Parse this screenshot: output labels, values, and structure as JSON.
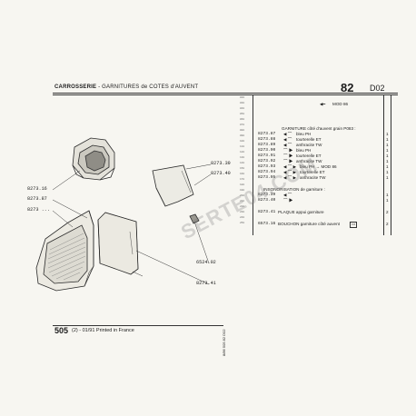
{
  "header": {
    "title": "CARROSSERIE",
    "subtitle": "- GARNITURES de COTES  d'AUVENT",
    "page_number": "82",
    "section": "D02"
  },
  "model_tag": "MOD 86",
  "parts": [
    {
      "ref": "",
      "desc": "GARNITURE côté d'auvent grain P083 :",
      "qty": ""
    },
    {
      "ref": "8273.87",
      "desc": "bleu PH",
      "qty": "1"
    },
    {
      "ref": "8273.88",
      "desc": "tourterelle ET",
      "qty": "1"
    },
    {
      "ref": "8273.89",
      "desc": "anthracite TW",
      "qty": "1"
    },
    {
      "ref": "8273.90",
      "desc": "bleu PH",
      "qty": "1"
    },
    {
      "ref": "8273.91",
      "desc": "tourterelle ET",
      "qty": "1"
    },
    {
      "ref": "8273.92",
      "desc": "anthracite TW",
      "qty": "1"
    },
    {
      "ref": "8273.93",
      "desc": "bleu PH → MOD 86",
      "qty": "1"
    },
    {
      "ref": "8273.94",
      "desc": "tourterelle ET",
      "qty": "1"
    },
    {
      "ref": "8273.95",
      "desc": "anthracite TW",
      "qty": "1"
    },
    {
      "ref": "",
      "desc": "INSONORISATION de garniture :",
      "qty": ""
    },
    {
      "ref": "8273.39",
      "desc": "",
      "qty": "1"
    },
    {
      "ref": "8273.40",
      "desc": "",
      "qty": "1"
    },
    {
      "ref": "8273.41",
      "desc": "PLAQUE appui garniture",
      "qty": "2"
    },
    {
      "ref": "6573.16",
      "desc": "BOUCHON garniture côté auvent",
      "qty": "2"
    }
  ],
  "callouts": {
    "c1": "8273.39",
    "c2": "8273.40",
    "c3": "8273.16",
    "c4": "8273.87",
    "c5": "8273 ...",
    "c6": "6524.02",
    "c7": "8273.41"
  },
  "footer": {
    "model": "505",
    "print_info": "(2) - 01/91  Printed in France",
    "side_code": "8/86 505 82 D02"
  },
  "watermark": "SERTE04.COM"
}
